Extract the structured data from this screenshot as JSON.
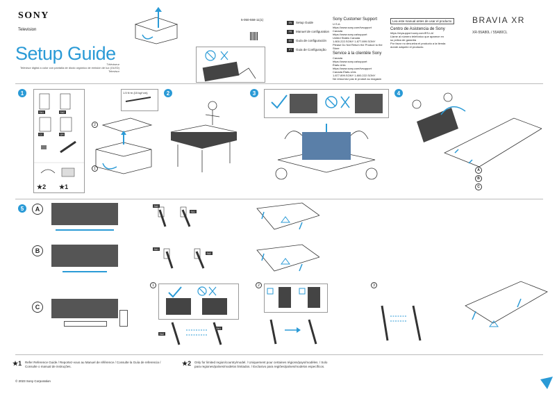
{
  "header": {
    "brand": "SONY",
    "product_type": "Television",
    "title": "Setup Guide",
    "subtitle_fr": "Téléviseur",
    "subtitle_es": "Televisor digital a color con pantalla de diodo orgánico de emisión de luz (OLED)",
    "subtitle_pt": "Televisor",
    "doc_number": "5-050-558-11(1)"
  },
  "languages": [
    {
      "code": "EN",
      "label": "Setup Guide"
    },
    {
      "code": "FR",
      "label": "Manuel de configuration"
    },
    {
      "code": "ES",
      "label": "Guía de configuración"
    },
    {
      "code": "PT",
      "label": "Guia de Configuração"
    }
  ],
  "support": {
    "title": "Sony Customer Support",
    "region1": "U.S.A.",
    "url1": "https://www.sony.com/tvsupport",
    "region2": "Canada",
    "url2": "https://www.sony.ca/support",
    "phone_line": "United States  Canada",
    "phones": "1.800.222.SONY        1.877.899.SONY",
    "note": "Please Do Not Return the Product to the Store",
    "title_fr": "Service à la clientèle Sony",
    "fr_region1": "Canada",
    "fr_url1": "https://www.sony.ca/support",
    "fr_region2": "États-Unis",
    "fr_url2": "https://www.sony.com/tvsupport",
    "fr_phone_line": "Canada          États-Unis",
    "fr_phones": "1.877.899.SONY      1.800.222.SONY",
    "fr_note": "Ne retournez pas le produit au magasin"
  },
  "latam": {
    "box": "Lea este manual antes de usar el producto",
    "title": "Centro de Asistencia de Sony",
    "url": "https://mysupport.sony.com/ES-LA/",
    "line1": "Llame al número telefónico que aparece en",
    "line2": "su póliza de garantía",
    "line3": "Por favor no devuelva el producto a la tienda",
    "line4": "donde adquirió el producto."
  },
  "product": {
    "series": "BRAVIA XR",
    "models": "XR-55A80L / 55A80CL"
  },
  "step1": {
    "num": "1",
    "parts": [
      "SA1",
      "SA2",
      "CC",
      "GR"
    ],
    "screw_spec": "1.5 N·m {15 kgf·cm}",
    "sub1": "1",
    "sub2": "2",
    "star2": "★2",
    "star1": "★1"
  },
  "steps": {
    "s2": "2",
    "s3": "3",
    "s4": "4",
    "s5": "5"
  },
  "step4_letters": [
    "A",
    "B",
    "C"
  ],
  "step5": {
    "A": {
      "letter": "A",
      "tags": [
        "SA2",
        "SA1"
      ]
    },
    "B": {
      "letter": "B",
      "tags": [
        "SA1",
        "SA2"
      ]
    },
    "C": {
      "letter": "C",
      "subs": [
        "1",
        "2",
        "3"
      ],
      "tags": [
        "SA2",
        "SA1"
      ]
    }
  },
  "footnotes": {
    "n1_mark": "★1",
    "n1_line1": "Refer Reference Guide / Reportez-vous au Manuel de référence / Consulte la Guía de referencia /",
    "n1_line2": "Consulte o manual de instruções.",
    "n2_mark": "★2",
    "n2_line1": "Only for limited region/country/model. / Uniquement pour certaines régions/pays/modèles. / Solo",
    "n2_line2": "para regiones/países/modelos limitados. / Exclusivo para regiões/países/modelos específicos."
  },
  "copyright": "© 2023 Sony Corporation",
  "colors": {
    "accent": "#2a9ad6",
    "tv": "#555555"
  }
}
